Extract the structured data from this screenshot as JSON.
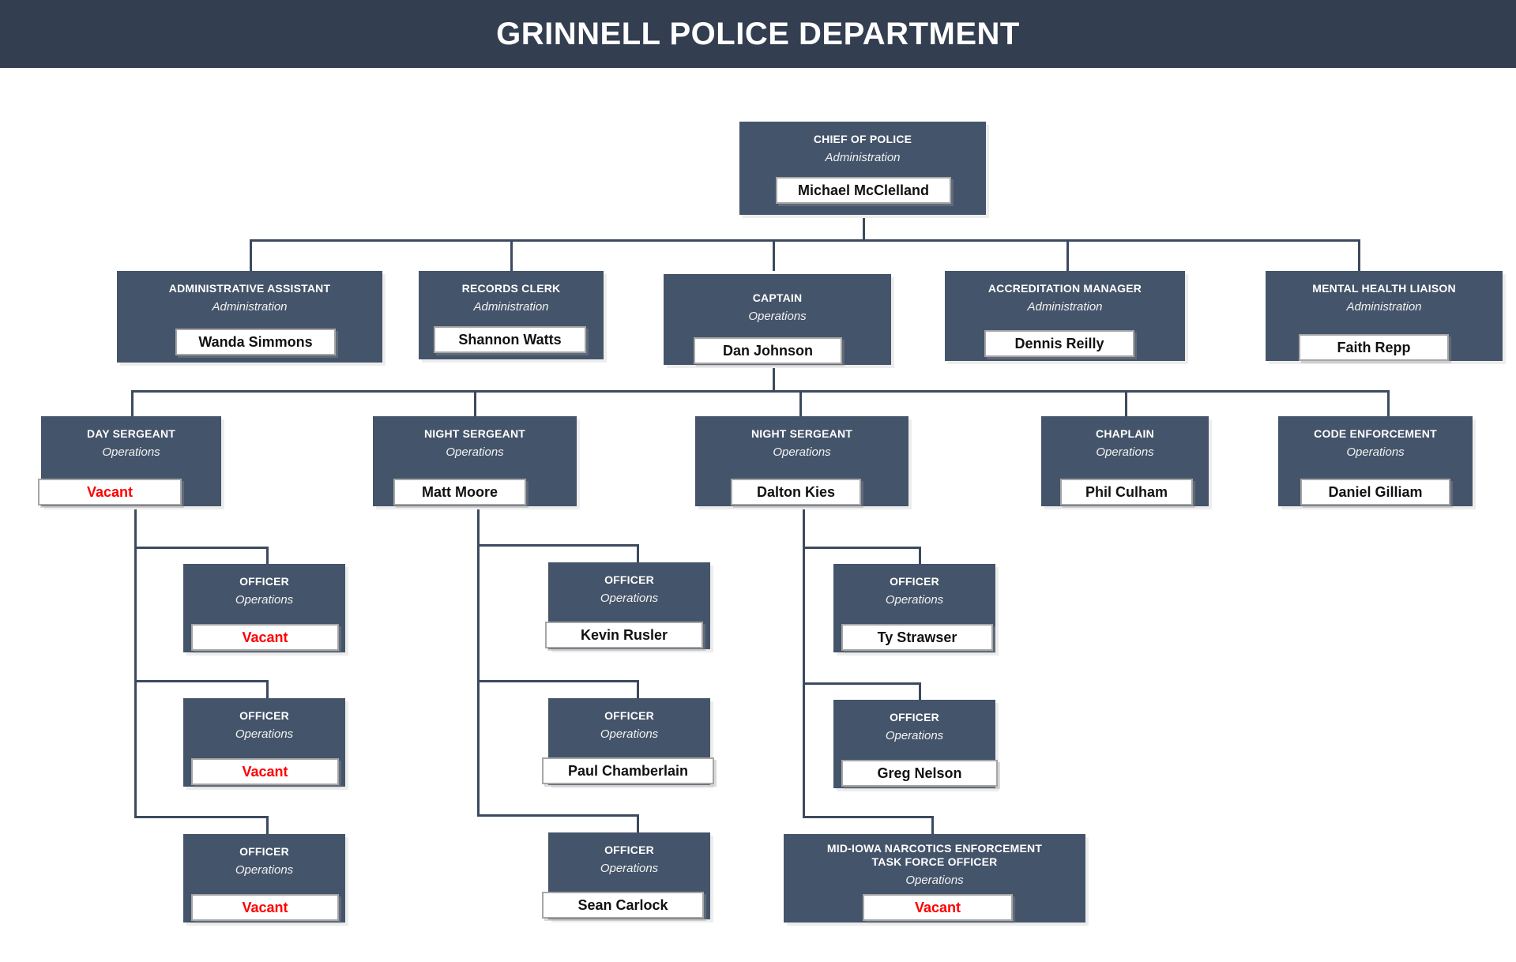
{
  "header": {
    "title": "GRINNELL POLICE DEPARTMENT"
  },
  "colors": {
    "header_bar": "#333E51",
    "box_fill": "#44546A",
    "connector": "#3C4A5E",
    "plate_bg": "#FFFFFF",
    "plate_border": "#A6A6A6",
    "vacant_text": "#FF0000",
    "name_text": "#111111"
  },
  "labels": {
    "vacant": "Vacant"
  },
  "departments": {
    "administration": "Administration",
    "operations": "Operations"
  },
  "nodes": {
    "chief": {
      "title": "CHIEF OF POLICE",
      "dept": "Administration",
      "name": "Michael McClelland"
    },
    "admin_asst": {
      "title": "ADMINISTRATIVE ASSISTANT",
      "dept": "Administration",
      "name": "Wanda Simmons"
    },
    "records_clerk": {
      "title": "RECORDS CLERK",
      "dept": "Administration",
      "name": "Shannon Watts"
    },
    "captain": {
      "title": "CAPTAIN",
      "dept": "Operations",
      "name": "Dan Johnson"
    },
    "accred_mgr": {
      "title": "ACCREDITATION MANAGER",
      "dept": "Administration",
      "name": "Dennis Reilly"
    },
    "mh_liaison": {
      "title": "MENTAL HEALTH LIAISON",
      "dept": "Administration",
      "name": "Faith Repp"
    },
    "day_sergeant": {
      "title": "DAY SERGEANT",
      "dept": "Operations",
      "name": "Vacant"
    },
    "night_sergeant_1": {
      "title": "NIGHT SERGEANT",
      "dept": "Operations",
      "name": "Matt Moore"
    },
    "night_sergeant_2": {
      "title": "NIGHT SERGEANT",
      "dept": "Operations",
      "name": "Dalton Kies"
    },
    "chaplain": {
      "title": "CHAPLAIN",
      "dept": "Operations",
      "name": "Phil Culham"
    },
    "code_enforcement": {
      "title": "CODE ENFORCEMENT",
      "dept": "Operations",
      "name": "Daniel Gilliam"
    },
    "officer_day_1": {
      "title": "OFFICER",
      "dept": "Operations",
      "name": "Vacant"
    },
    "officer_day_2": {
      "title": "OFFICER",
      "dept": "Operations",
      "name": "Vacant"
    },
    "officer_day_3": {
      "title": "OFFICER",
      "dept": "Operations",
      "name": "Vacant"
    },
    "officer_night1_1": {
      "title": "OFFICER",
      "dept": "Operations",
      "name": "Kevin Rusler"
    },
    "officer_night1_2": {
      "title": "OFFICER",
      "dept": "Operations",
      "name": "Paul Chamberlain"
    },
    "officer_night1_3": {
      "title": "OFFICER",
      "dept": "Operations",
      "name": "Sean Carlock"
    },
    "officer_night2_1": {
      "title": "OFFICER",
      "dept": "Operations",
      "name": "Ty Strawser"
    },
    "officer_night2_2": {
      "title": "OFFICER",
      "dept": "Operations",
      "name": "Greg Nelson"
    },
    "narcotics_task_force": {
      "title_line1": "MID-IOWA NARCOTICS ENFORCEMENT",
      "title_line2": "TASK FORCE OFFICER",
      "dept": "Operations",
      "name": "Vacant"
    }
  }
}
